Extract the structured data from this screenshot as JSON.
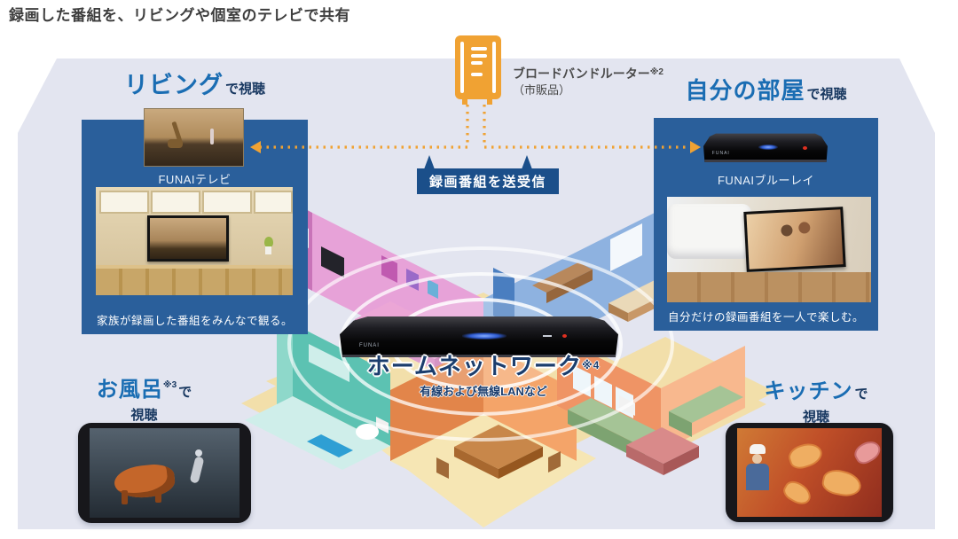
{
  "header": {
    "title": "録画した番組を、リビングや個室のテレビで共有"
  },
  "router": {
    "label": "ブロードバンドルーター",
    "note": "※2",
    "availability": "（市販品）"
  },
  "transfer": {
    "label": "録画番組を送受信"
  },
  "rooms": {
    "living": {
      "name": "リビング",
      "watch_suffix": "で視聴",
      "device_label": "FUNAIテレビ",
      "caption": "家族が録画した番組をみんなで観る。"
    },
    "own_room": {
      "name": "自分の部屋",
      "watch_suffix": "で視聴",
      "device_label": "FUNAIブルーレイ",
      "caption": "自分だけの録画番組を一人で楽しむ。"
    },
    "bath": {
      "name": "お風呂",
      "note": "※3",
      "watch_suffix": "で",
      "watch_word": "視聴"
    },
    "kitchen": {
      "name": "キッチン",
      "watch_suffix": "で",
      "watch_word": "視聴"
    }
  },
  "network": {
    "label": "ホームネットワーク",
    "note": "※4",
    "subtitle": "有線および無線LANなど"
  },
  "devices": {
    "recorder_brand": "FUNAI"
  },
  "colors": {
    "accent_orange": "#F0A233",
    "panel_navy": "#2A5F9B",
    "badge_navy": "#1B4F8A",
    "heading_blue": "#1A6DB3",
    "text_navy": "#16365F",
    "house_fill": "#E3E5F0"
  }
}
